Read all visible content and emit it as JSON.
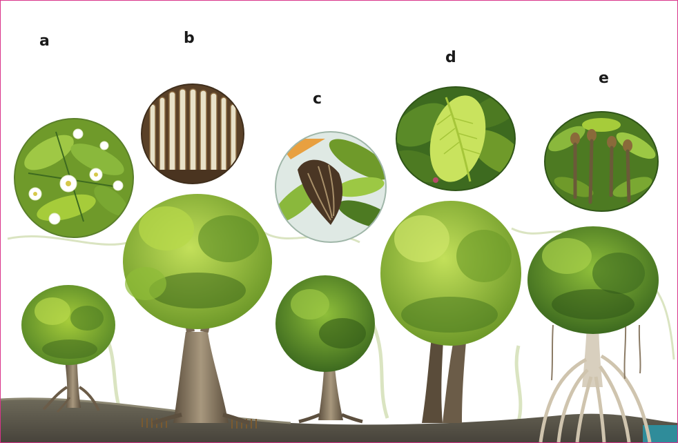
{
  "labels": [
    "a",
    "b",
    "c",
    "d",
    "e"
  ],
  "insets": [
    {
      "label": "a",
      "subject": "leaves-with-white-flowers"
    },
    {
      "label": "b",
      "subject": "pencil-root-pneumatophores"
    },
    {
      "label": "c",
      "subject": "seed-pod"
    },
    {
      "label": "d",
      "subject": "glossy-leaves"
    },
    {
      "label": "e",
      "subject": "hanging-propagules"
    }
  ],
  "trees": [
    {
      "label": "a",
      "root_type": "small-stilt-roots"
    },
    {
      "label": "b",
      "root_type": "pneumatophores"
    },
    {
      "label": "c",
      "root_type": "buttress-roots"
    },
    {
      "label": "d",
      "root_type": "twin-trunk"
    },
    {
      "label": "e",
      "root_type": "prop-roots"
    }
  ],
  "colors": {
    "frame": "#d9338a",
    "foliage_light": "#a6cc3a",
    "foliage_mid": "#6f9a2a",
    "foliage_dark": "#3d6a1f",
    "trunk": "#7a6a55",
    "mud": "#5f5a4c",
    "water": "#2f8c9a"
  }
}
